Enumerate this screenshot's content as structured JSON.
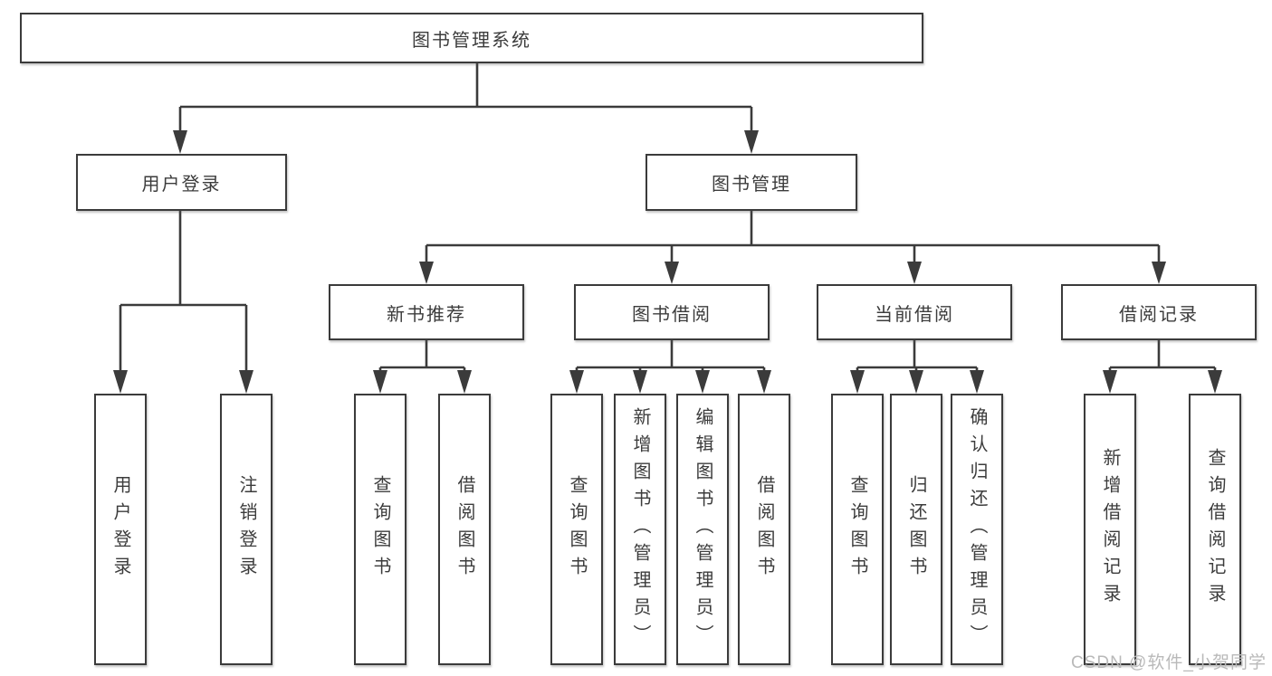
{
  "diagram": {
    "root": {
      "label": "图书管理系统"
    },
    "user_login": {
      "label": "用户登录",
      "children": [
        {
          "label": "用户登录"
        },
        {
          "label": "注销登录"
        }
      ]
    },
    "book_management": {
      "label": "图书管理",
      "sections": [
        {
          "label": "新书推荐",
          "children": [
            {
              "label": "查询图书"
            },
            {
              "label": "借阅图书"
            }
          ]
        },
        {
          "label": "图书借阅",
          "children": [
            {
              "label": "查询图书"
            },
            {
              "label": "新增图书（管理员）"
            },
            {
              "label": "编辑图书（管理员）"
            },
            {
              "label": "借阅图书"
            }
          ]
        },
        {
          "label": "当前借阅",
          "children": [
            {
              "label": "查询图书"
            },
            {
              "label": "归还图书"
            },
            {
              "label": "确认归还（管理员）"
            }
          ]
        },
        {
          "label": "借阅记录",
          "children": [
            {
              "label": "新增借阅记录"
            },
            {
              "label": "查询借阅记录"
            }
          ]
        }
      ]
    },
    "line_color": "#3b3b3b"
  },
  "watermark": {
    "text": "CSDN @软件_小贺同学"
  }
}
